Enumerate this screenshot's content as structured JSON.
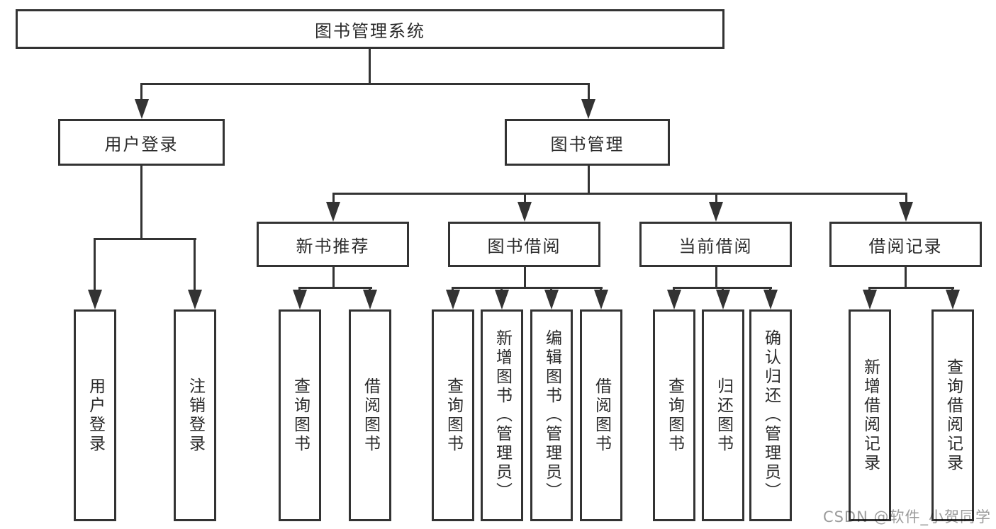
{
  "diagram": {
    "root": {
      "label": "图书管理系统"
    },
    "branches": [
      {
        "label": "用户登录",
        "children": [
          {
            "label": "用户登录"
          },
          {
            "label": "注销登录"
          }
        ]
      },
      {
        "label": "图书管理",
        "children": [
          {
            "label": "新书推荐",
            "children": [
              {
                "label": "查询图书"
              },
              {
                "label": "借阅图书"
              }
            ]
          },
          {
            "label": "图书借阅",
            "children": [
              {
                "label": "查询图书"
              },
              {
                "label": "新增图书（管理员）"
              },
              {
                "label": "编辑图书（管理员）"
              },
              {
                "label": "借阅图书"
              }
            ]
          },
          {
            "label": "当前借阅",
            "children": [
              {
                "label": "查询图书"
              },
              {
                "label": "归还图书"
              },
              {
                "label": "确认归还（管理员）"
              }
            ]
          },
          {
            "label": "借阅记录",
            "children": [
              {
                "label": "新增借阅记录"
              },
              {
                "label": "查询借阅记录"
              }
            ]
          }
        ]
      }
    ]
  },
  "watermark": {
    "text": "CSDN @软件_小贺同学"
  },
  "colors": {
    "line": "#333333",
    "text": "#2b2b2b",
    "watermark": "#9c9c9c",
    "background": "#ffffff"
  }
}
